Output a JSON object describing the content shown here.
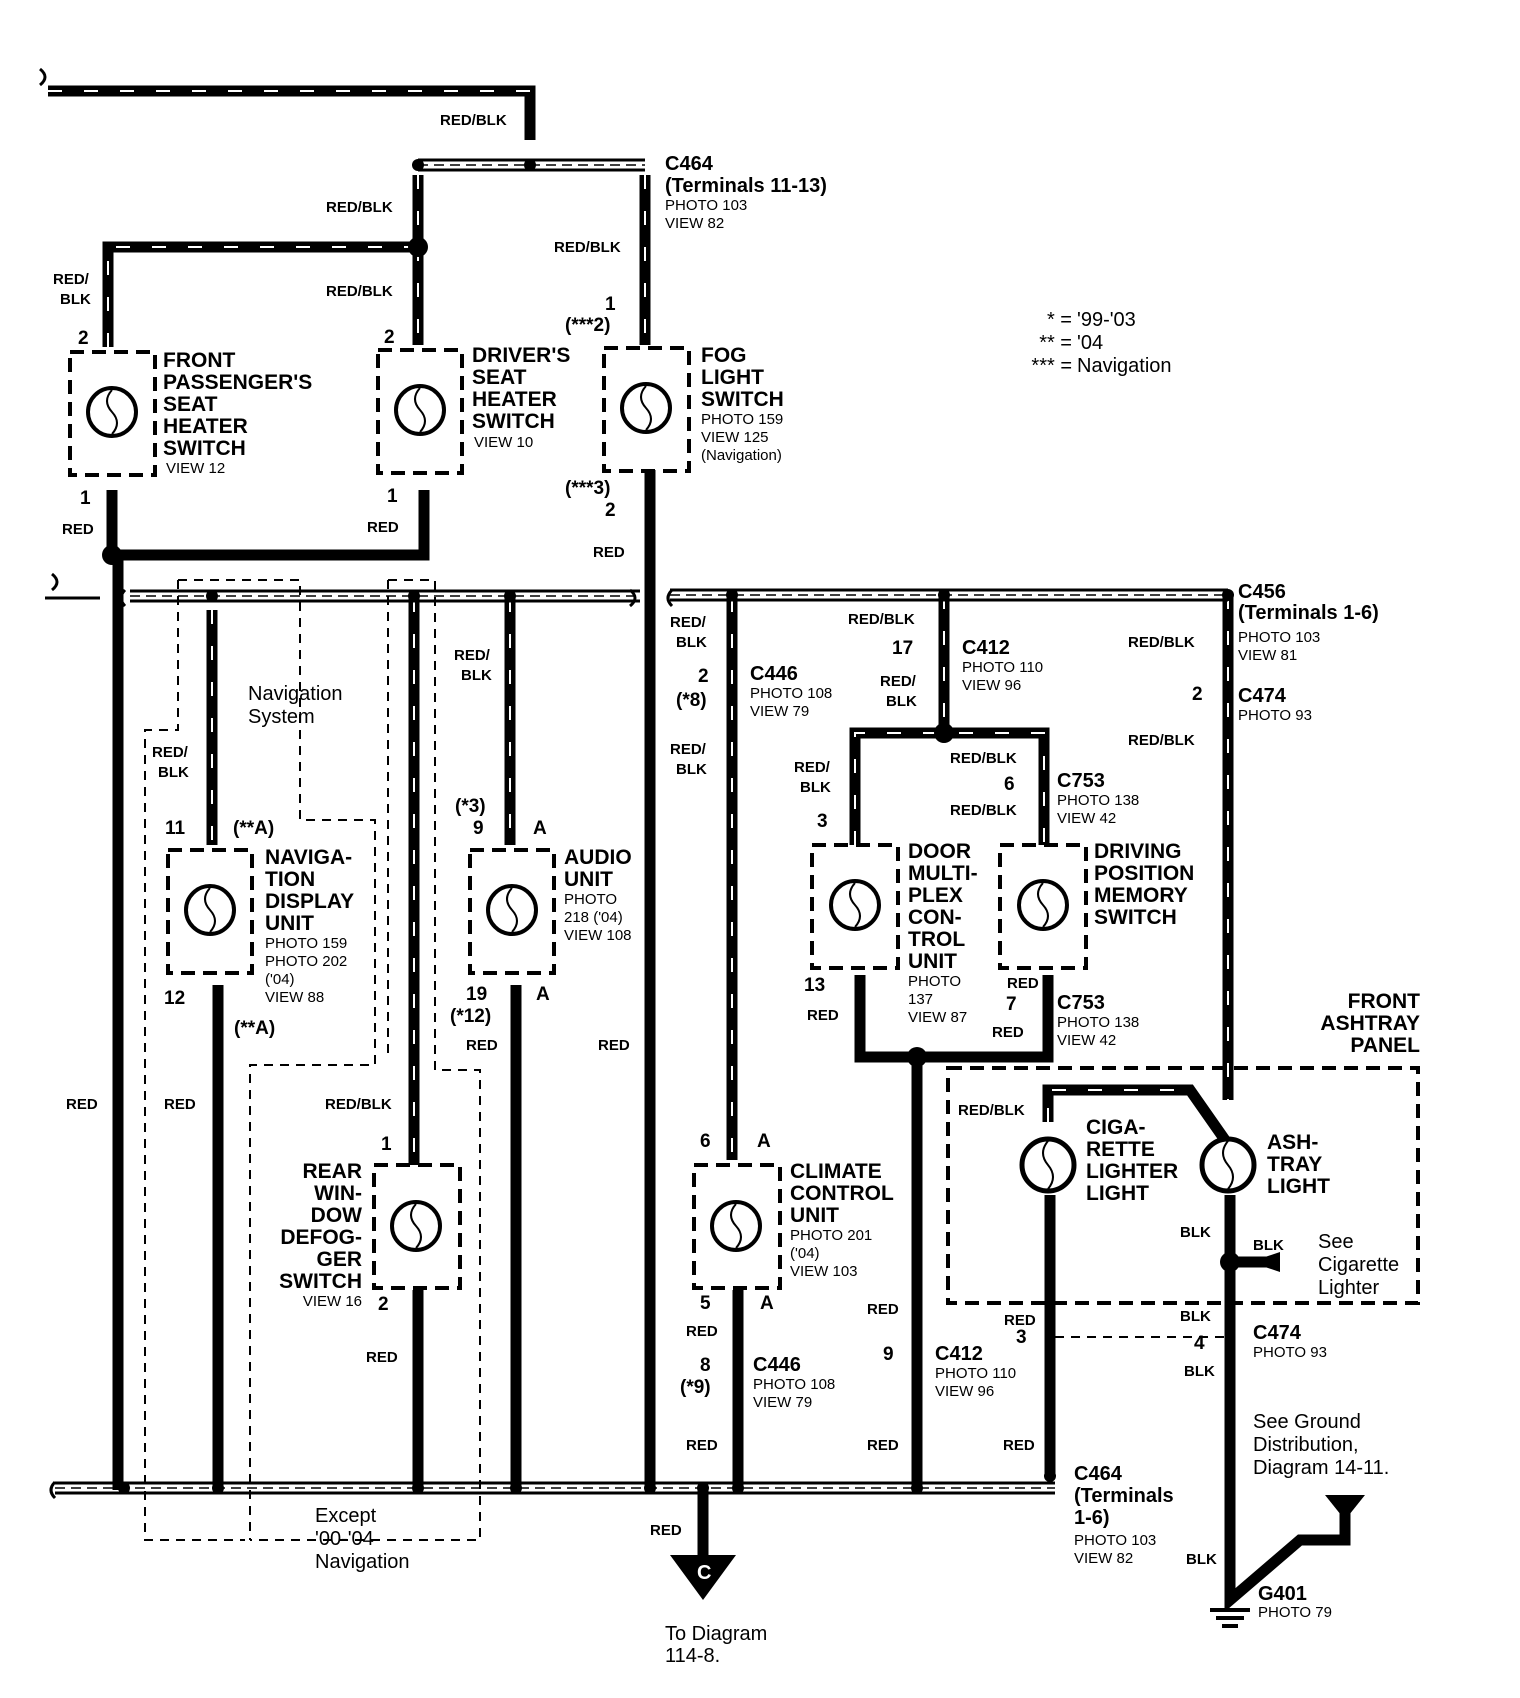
{
  "wire_labels": {
    "red_blk": "RED/BLK",
    "red_blk_split_top": "RED/",
    "red_blk_split_bottom": "BLK",
    "red": "RED",
    "blk": "BLK"
  },
  "legend": {
    "row1_key": "* =",
    "row1_value": "'99-'03",
    "row2_key": "** =",
    "row2_value": "'04",
    "row3_key": "*** =",
    "row3_value": "Navigation"
  },
  "connectors": {
    "c464_top": {
      "name": "C464",
      "terminals": "(Terminals 11-13)",
      "photo": "PHOTO 103",
      "view": "VIEW 82"
    },
    "c464_bottom": {
      "name": "C464",
      "terminals_line1": "(Terminals",
      "terminals_line2": "1-6)",
      "photo": "PHOTO 103",
      "view": "VIEW 82"
    },
    "c456": {
      "name": "C456",
      "terminals": "(Terminals 1-6)",
      "photo": "PHOTO 103",
      "view": "VIEW 81"
    },
    "c474_top": {
      "name": "C474",
      "photo": "PHOTO 93"
    },
    "c474_bottom": {
      "name": "C474",
      "photo": "PHOTO 93"
    },
    "c446_top": {
      "name": "C446",
      "photo": "PHOTO 108",
      "view": "VIEW 79"
    },
    "c446_bottom": {
      "name": "C446",
      "photo": "PHOTO 108",
      "view": "VIEW 79"
    },
    "c412_top": {
      "name": "C412",
      "photo": "PHOTO 110",
      "view": "VIEW 96"
    },
    "c412_bottom": {
      "name": "C412",
      "photo": "PHOTO 110",
      "view": "VIEW 96"
    },
    "c753_top": {
      "name": "C753",
      "photo": "PHOTO 138",
      "view": "VIEW 42"
    },
    "c753_bottom": {
      "name": "C753",
      "photo": "PHOTO 138",
      "view": "VIEW 42"
    },
    "g401": {
      "name": "G401",
      "photo": "PHOTO 79"
    }
  },
  "components": {
    "front_passenger": {
      "l1": "FRONT",
      "l2": "PASSENGER'S",
      "l3": "SEAT",
      "l4": "HEATER",
      "l5": "SWITCH",
      "view": "VIEW 12"
    },
    "driver_seat": {
      "l1": "DRIVER'S",
      "l2": "SEAT",
      "l3": "HEATER",
      "l4": "SWITCH",
      "view": "VIEW 10"
    },
    "fog_light": {
      "l1": "FOG",
      "l2": "LIGHT",
      "l3": "SWITCH",
      "photo": "PHOTO 159",
      "view": "VIEW 125",
      "note": "(Navigation)"
    },
    "nav_display": {
      "l1": "NAVIGA-",
      "l2": "TION",
      "l3": "DISPLAY",
      "l4": "UNIT",
      "photo1": "PHOTO 159",
      "photo2": "PHOTO 202",
      "year": "('04)",
      "view": "VIEW 88"
    },
    "audio_unit": {
      "l1": "AUDIO",
      "l2": "UNIT",
      "photo": "PHOTO",
      "photo_num": "218 ('04)",
      "view": "VIEW 108"
    },
    "rear_window": {
      "l1": "REAR",
      "l2": "WIN-",
      "l3": "DOW",
      "l4": "DEFOG-",
      "l5": "GER",
      "l6": "SWITCH",
      "view": "VIEW 16"
    },
    "climate": {
      "l1": "CLIMATE",
      "l2": "CONTROL",
      "l3": "UNIT",
      "photo": "PHOTO 201",
      "year": "('04)",
      "view": "VIEW 103"
    },
    "door_multiplex": {
      "l1": "DOOR",
      "l2": "MULTI-",
      "l3": "PLEX",
      "l4": "CON-",
      "l5": "TROL",
      "l6": "UNIT",
      "photo": "PHOTO",
      "photo_num": "137",
      "view": "VIEW 87"
    },
    "driving_memory": {
      "l1": "DRIVING",
      "l2": "POSITION",
      "l3": "MEMORY",
      "l4": "SWITCH"
    },
    "ashtray_panel": {
      "l1": "FRONT",
      "l2": "ASHTRAY",
      "l3": "PANEL"
    },
    "cigarette": {
      "l1": "CIGA-",
      "l2": "RETTE",
      "l3": "LIGHTER",
      "l4": "LIGHT"
    },
    "ashtray_light": {
      "l1": "ASH-",
      "l2": "TRAY",
      "l3": "LIGHT"
    }
  },
  "notes": {
    "nav_system_l1": "Navigation",
    "nav_system_l2": "System",
    "except_l1": "Except",
    "except_l2": "'00-'04",
    "except_l3": "Navigation",
    "see_cig_l1": "See",
    "see_cig_l2": "Cigarette",
    "see_cig_l3": "Lighter",
    "ground_l1": "See Ground",
    "ground_l2": "Distribution,",
    "ground_l3": "Diagram 14-11.",
    "to_diag_l1": "To Diagram",
    "to_diag_l2": "114-8.",
    "offpage_letter": "C"
  },
  "pins": {
    "p1": "1",
    "p2": "2",
    "p3": "3",
    "p4": "4",
    "p5": "5",
    "p6": "6",
    "p7": "7",
    "p8": "8",
    "p9": "9",
    "p11": "11",
    "p12": "12",
    "p13": "13",
    "p17": "17",
    "p19": "19",
    "pA": "A",
    "nav_2": "(***2)",
    "nav_3": "(***3)",
    "star_8": "(*8)",
    "star_9": "(*9)",
    "star_3": "(*3)",
    "star_12": "(*12)",
    "dstar_A": "(**A)"
  }
}
